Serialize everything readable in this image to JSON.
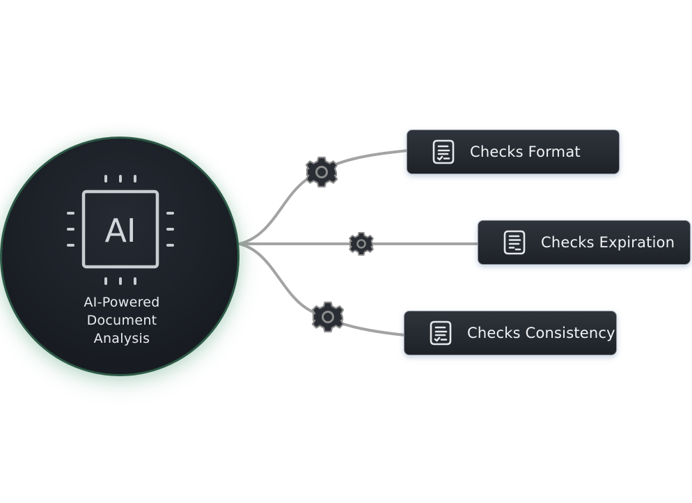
{
  "hub": {
    "chip_text": "AI",
    "label_lines": [
      "AI-Powered",
      "Document",
      "Analysis"
    ]
  },
  "checks": [
    {
      "label": "Checks Format",
      "icon": "document-checklist-icon"
    },
    {
      "label": "Checks Expiration",
      "icon": "document-list-icon"
    },
    {
      "label": "Checks Consistency",
      "icon": "document-checklist-icon"
    }
  ],
  "colors": {
    "connector": "#a3a3a3",
    "gear_fill": "#2a2e34",
    "gear_stroke": "#8c8c8c",
    "hub_border": "#2c5a46",
    "box_fill": "#262a31"
  }
}
